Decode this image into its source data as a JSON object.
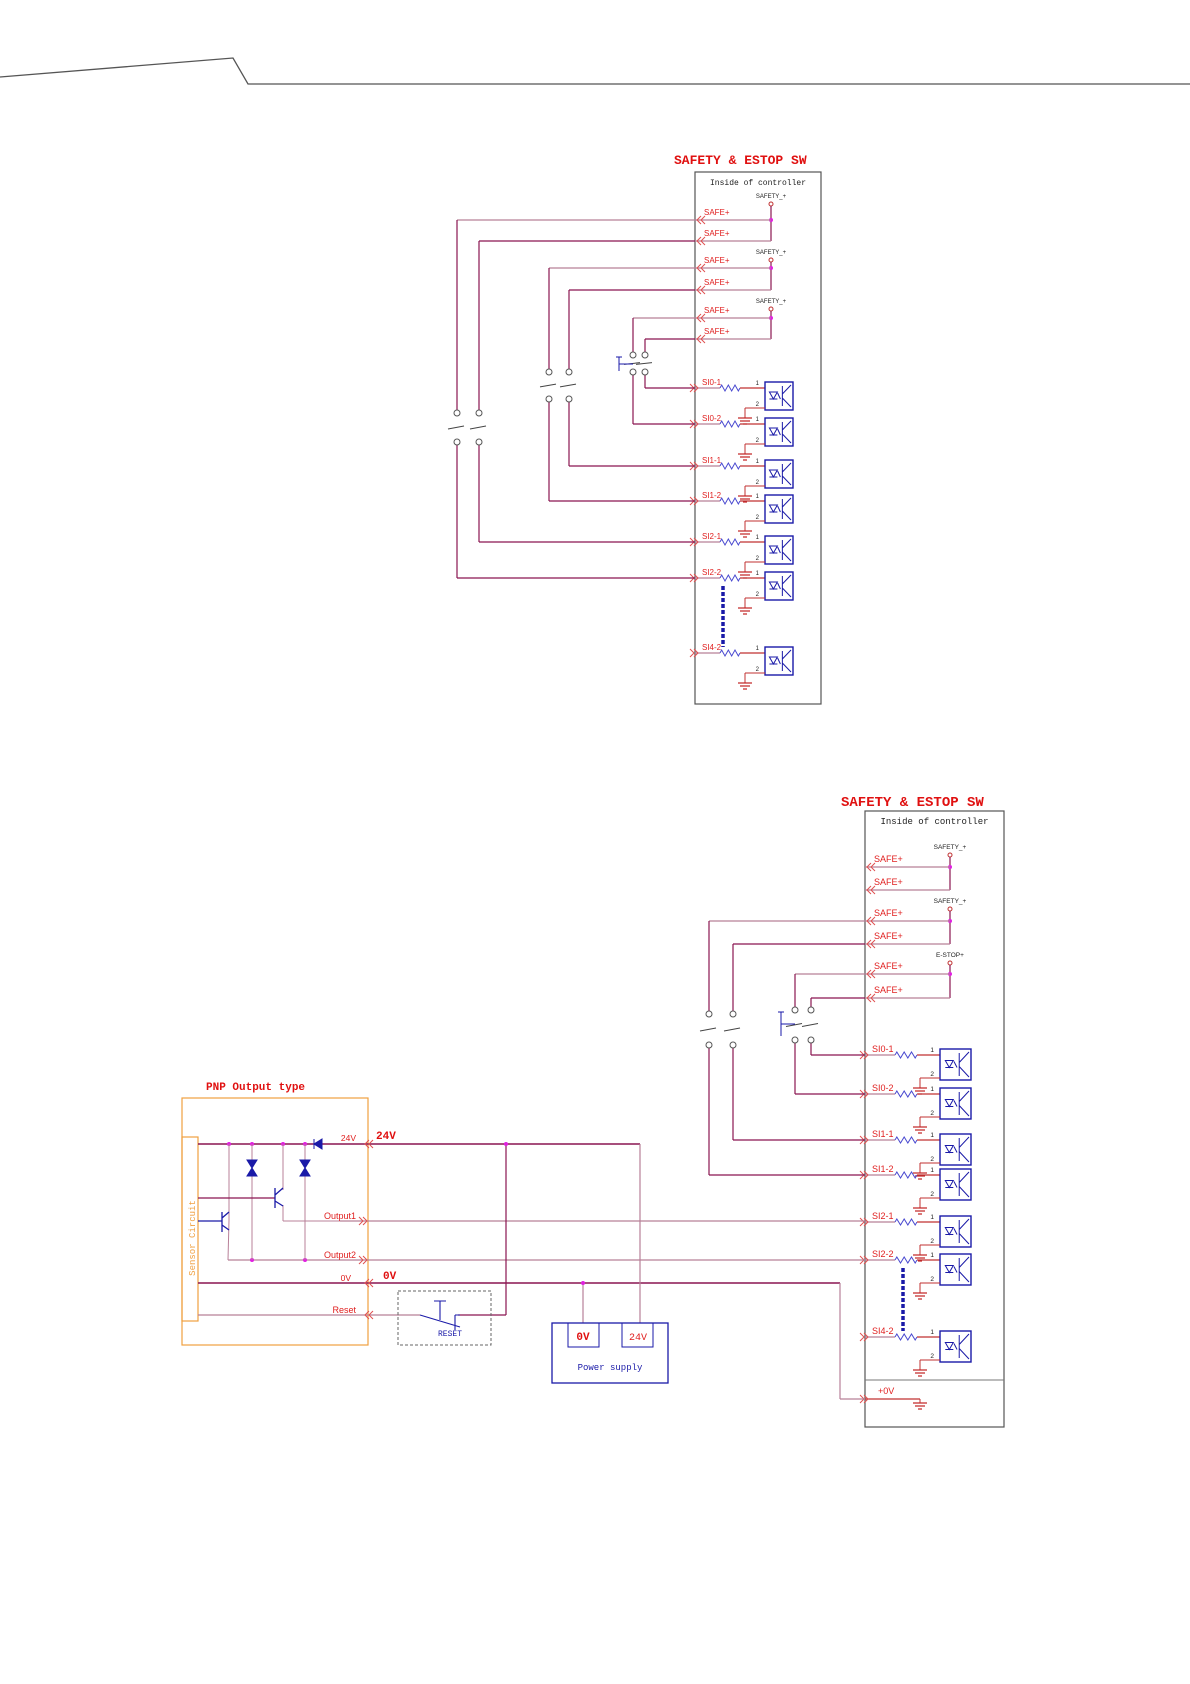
{
  "top_diagram": {
    "title": "SAFETY & ESTOP SW",
    "subtitle": "Inside of controller",
    "source_labels": [
      "SAFETY_+",
      "SAFETY_+",
      "SAFETY_+"
    ],
    "safe_labels": [
      "SAFE+",
      "SAFE+",
      "SAFE+",
      "SAFE+",
      "SAFE+",
      "SAFE+"
    ],
    "input_labels": [
      "SI0-1",
      "SI0-2",
      "SI1-1",
      "SI1-2",
      "SI2-1",
      "SI2-2",
      "SI4-2"
    ],
    "pin_labels": [
      "1",
      "2"
    ]
  },
  "bottom_diagram": {
    "title": "SAFETY & ESTOP SW",
    "subtitle": "Inside of controller",
    "source_labels": [
      "SAFETY_+",
      "SAFETY_+",
      "E-STOP+"
    ],
    "safe_labels": [
      "SAFE+",
      "SAFE+",
      "SAFE+",
      "SAFE+",
      "SAFE+",
      "SAFE+"
    ],
    "input_labels": [
      "SI0-1",
      "SI0-2",
      "SI1-1",
      "SI1-2",
      "SI2-1",
      "SI2-2",
      "SI4-2"
    ],
    "pin_labels": [
      "1",
      "2"
    ],
    "ground_label": "+0V"
  },
  "sensor": {
    "title": "PNP Output type",
    "block_label": "Sensor Circuit",
    "pin_24v": "24V",
    "pin_output1": "Output1",
    "pin_output2": "Output2",
    "pin_0v": "0V",
    "pin_reset": "Reset",
    "bus_24v": "24V",
    "bus_0v": "0V",
    "reset_switch": "RESET"
  },
  "power_supply": {
    "label": "Power supply",
    "terminal_0v": "0V",
    "terminal_24v": "24V"
  },
  "colors": {
    "wire_dark": "#8a1550",
    "wire_light": "#b88098",
    "label_red": "#e02020",
    "component_blue": "#1a1aa8",
    "sensor_orange": "#f0a040",
    "junction": "#e020e0"
  }
}
